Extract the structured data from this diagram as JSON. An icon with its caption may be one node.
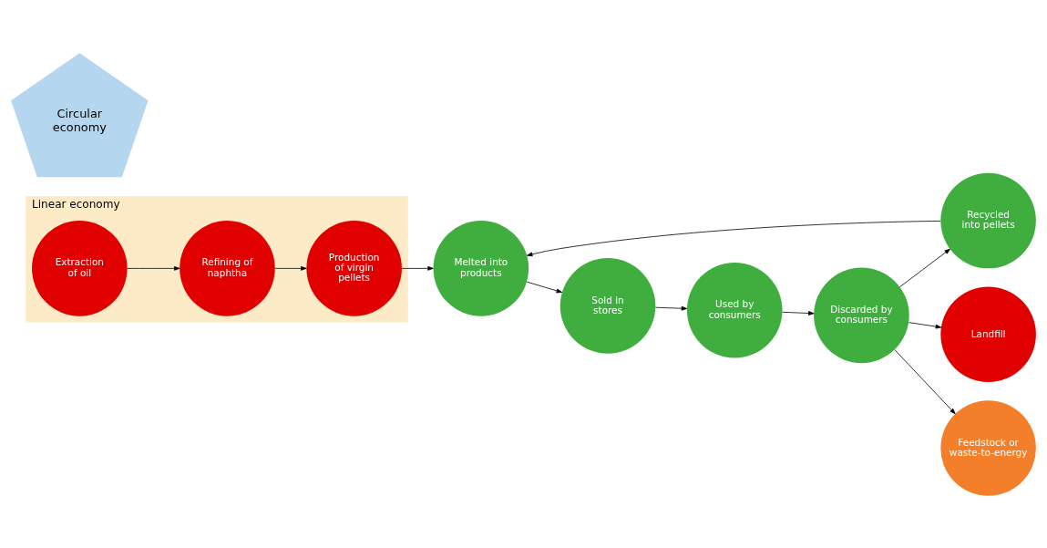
{
  "diagram": {
    "nodes": [
      {
        "text": [
          "Linear economy"
        ]
      },
      {
        "text": [
          "Extraction of oil"
        ],
        "in": 0
      },
      {
        "text": [
          "Refining of naphtha"
        ],
        "in": 0
      },
      {
        "text": [
          "Production of virgin pellets"
        ],
        "in": 0
      },
      {
        "text": [
          "Circular economy"
        ]
      },
      {
        "text": [
          "Used by consumers"
        ]
      },
      {
        "text": [
          "Discarded by consumers"
        ]
      },
      {
        "text": [
          "Recycled into pellets"
        ]
      },
      {
        "text": [
          "Melted into products"
        ]
      },
      {
        "text": [
          "Sold in stores"
        ]
      },
      {
        "text": [
          "Landfill"
        ]
      },
      {
        "text": [
          "Feedstock or waste-to-energy"
        ]
      }
    ],
    "edges": [
      {
        "from": 1,
        "to": 2,
        "arrow": "to"
      },
      {
        "from": 2,
        "to": 3,
        "arrow": "to"
      },
      {
        "from": 3,
        "to": 8,
        "arrow": "to"
      },
      {
        "from": 9,
        "to": 5,
        "arrow": "to"
      },
      {
        "from": 5,
        "to": 6,
        "arrow": "to"
      },
      {
        "from": 6,
        "to": 7,
        "arrow": "to"
      },
      {
        "from": 7,
        "to": 8,
        "arrow": "to"
      },
      {
        "from": 8,
        "to": 9,
        "arrow": "to"
      },
      {
        "from": 6,
        "to": 10,
        "arrow": "to"
      },
      {
        "from": 6,
        "to": 11,
        "arrow": "to"
      }
    ]
  }
}
